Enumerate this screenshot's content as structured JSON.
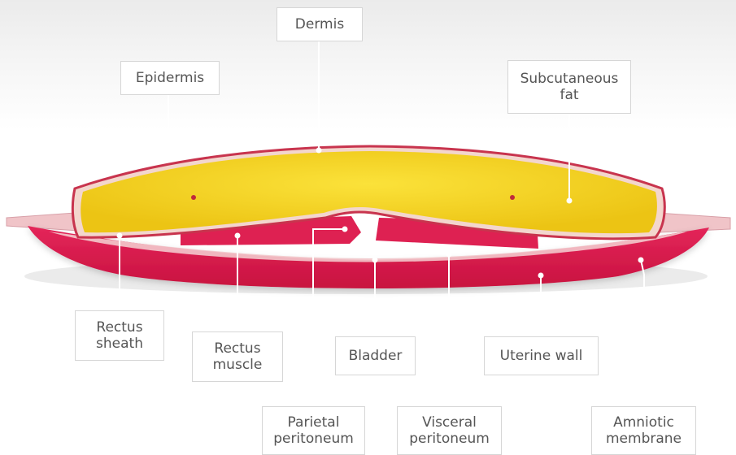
{
  "labels": {
    "dermis": "Dermis",
    "epidermis": "Epidermis",
    "subcutaneous_fat": "Subcutaneous\nfat",
    "rectus_sheath": "Rectus\nsheath",
    "rectus_muscle": "Rectus\nmuscle",
    "bladder": "Bladder",
    "uterine_wall": "Uterine wall",
    "parietal_peritoneum": "Parietal\nperitoneum",
    "visceral_peritoneum": "Visceral\nperitoneum",
    "amniotic_membrane": "Amniotic\nmembrane"
  },
  "colors": {
    "fat": "#f2d21c",
    "muscle": "#d91b4a",
    "skin": "#f4ccc4",
    "leader": "#ffffff"
  }
}
